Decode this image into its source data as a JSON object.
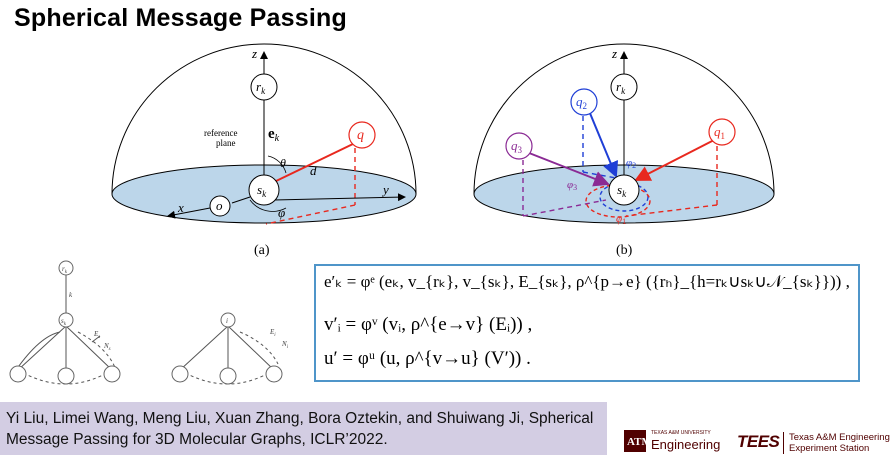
{
  "slide": {
    "title": "Spherical Message Passing"
  },
  "figure_a": {
    "caption": "(a)",
    "labels": {
      "z": "z",
      "rk": "r",
      "rk_sub": "k",
      "ek": "e",
      "ek_sub": "k",
      "ref1": "reference",
      "ref2": "plane",
      "q": "q",
      "theta": "θ",
      "d": "d",
      "sk": "s",
      "sk_sub": "k",
      "x": "x",
      "o": "o",
      "phi": "φ",
      "y": "y"
    }
  },
  "figure_b": {
    "caption": "(b)",
    "labels": {
      "z": "z",
      "rk": "r",
      "rk_sub": "k",
      "q1": "q",
      "q1_sub": "1",
      "q2": "q",
      "q2_sub": "2",
      "q3": "q",
      "q3_sub": "3",
      "sk": "s",
      "sk_sub": "k",
      "phi1": "φ",
      "phi1_sub": "1",
      "phi2": "φ",
      "phi2_sub": "2",
      "phi3": "φ",
      "phi3_sub": "3"
    },
    "colors": {
      "q1": "#e8281e",
      "q2": "#1f3fd6",
      "q3": "#8a2a94",
      "sphere": "#bcd6ea"
    }
  },
  "graph_left": {
    "labels": {
      "rk": "r",
      "rk_sub": "k",
      "k": "k",
      "sk": "s",
      "sk_sub": "k",
      "Esk": "E",
      "Esk_sub": "s",
      "Nsk": "N",
      "Nsk_sub": "s"
    }
  },
  "graph_right": {
    "labels": {
      "i": "i",
      "Ei": "E",
      "Ei_sub": "i",
      "Ni": "N",
      "Ni_sub": "i"
    }
  },
  "equations": {
    "line1": "e′ₖ = φᵉ (eₖ, v_{rₖ}, v_{sₖ}, E_{sₖ}, ρ^{p→e} ({rₕ}_{h=rₖ∪sₖ∪𝒩_{sₖ}})) ,",
    "line2": "v′ᵢ = φᵛ (vᵢ, ρ^{e→v} (Eᵢ)) ,",
    "line3": "u′ = φᵘ (u, ρ^{v→u} (V′)) ."
  },
  "citation": {
    "text": "Yi Liu, Limei Wang, Meng Liu, Xuan Zhang, Bora Oztekin, and Shuiwang Ji, Spherical Message Passing for 3D Molecular Graphs, ICLR’2022."
  },
  "logos": {
    "tamu_small": "TEXAS A&M UNIVERSITY",
    "tamu_main": "Engineering",
    "tees_mark": "TEES",
    "tees_line1": "Texas A&M Engineering",
    "tees_line2": "Experiment Station",
    "maroon": "#500000"
  }
}
